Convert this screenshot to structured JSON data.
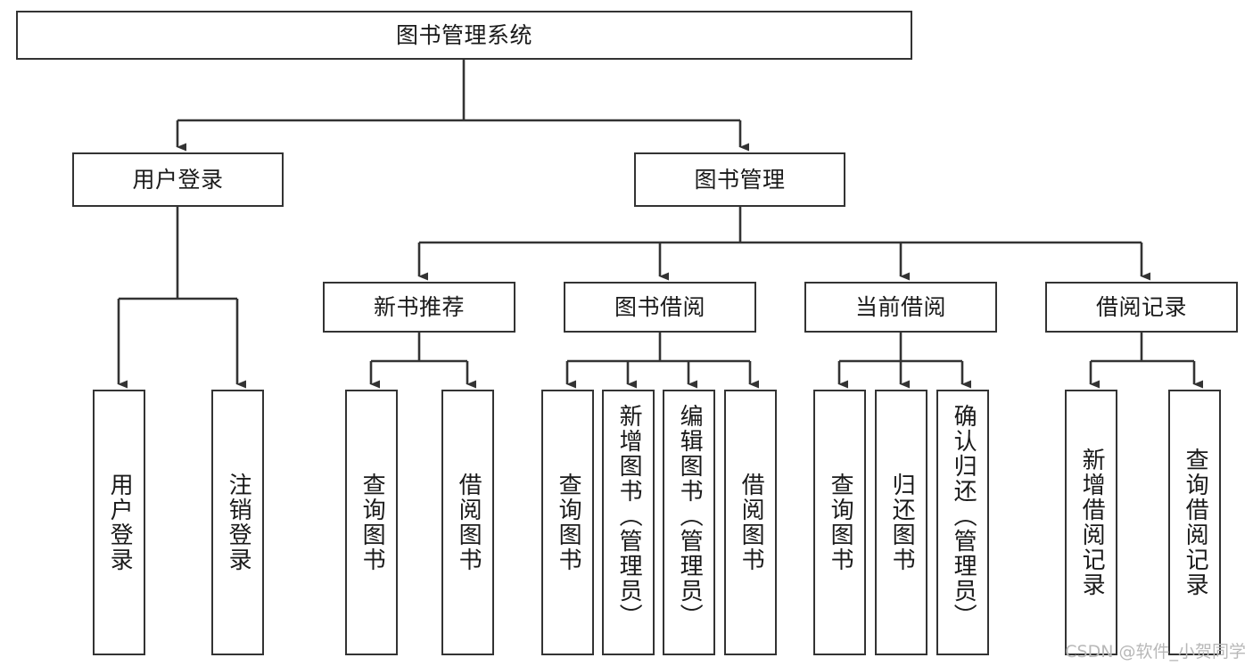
{
  "diagram": {
    "title": "图书管理系统",
    "type": "tree",
    "root": {
      "id": "root",
      "label": "图书管理系统"
    },
    "level2": [
      {
        "id": "user-login",
        "label": "用户登录"
      },
      {
        "id": "book-manage",
        "label": "图书管理"
      }
    ],
    "level3": [
      {
        "id": "new-book-rec",
        "label": "新书推荐",
        "parent": "book-manage"
      },
      {
        "id": "book-borrow",
        "label": "图书借阅",
        "parent": "book-manage"
      },
      {
        "id": "current-borrow",
        "label": "当前借阅",
        "parent": "book-manage"
      },
      {
        "id": "borrow-record",
        "label": "借阅记录",
        "parent": "book-manage"
      }
    ],
    "leaves": [
      {
        "id": "leaf-user-login",
        "label": "用户登录",
        "parent": "user-login"
      },
      {
        "id": "leaf-logout-login",
        "label": "注销登录",
        "parent": "user-login"
      },
      {
        "id": "leaf-query-book-1",
        "label": "查询图书",
        "parent": "new-book-rec"
      },
      {
        "id": "leaf-borrow-book-1",
        "label": "借阅图书",
        "parent": "new-book-rec"
      },
      {
        "id": "leaf-query-book-2",
        "label": "查询图书",
        "parent": "book-borrow"
      },
      {
        "id": "leaf-add-book",
        "label": "新增图书（管理员）",
        "parent": "book-borrow"
      },
      {
        "id": "leaf-edit-book",
        "label": "编辑图书（管理员）",
        "parent": "book-borrow"
      },
      {
        "id": "leaf-borrow-book-2",
        "label": "借阅图书",
        "parent": "book-borrow"
      },
      {
        "id": "leaf-query-book-3",
        "label": "查询图书",
        "parent": "current-borrow"
      },
      {
        "id": "leaf-return-book",
        "label": "归还图书",
        "parent": "current-borrow"
      },
      {
        "id": "leaf-confirm-return",
        "label": "确认归还（管理员）",
        "parent": "current-borrow"
      },
      {
        "id": "leaf-add-record",
        "label": "新增借阅记录",
        "parent": "borrow-record"
      },
      {
        "id": "leaf-query-record",
        "label": "查询借阅记录",
        "parent": "borrow-record"
      }
    ]
  },
  "watermark": {
    "text": "CSDN @软件_小贺同学"
  },
  "colors": {
    "stroke": "#333333",
    "node_fill": "#ffffff",
    "text": "#1a1a1a",
    "watermark": "#b8b8b8",
    "background": "#ffffff"
  }
}
